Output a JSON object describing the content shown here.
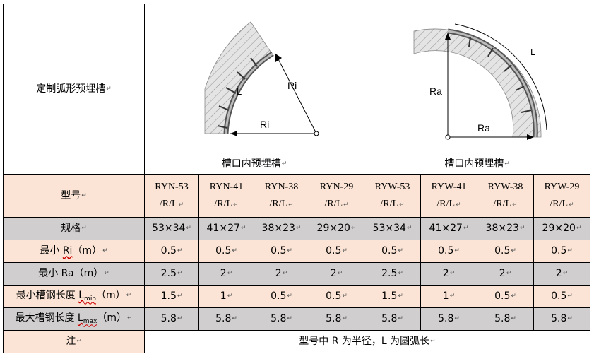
{
  "title_cell": "定制弧形预埋槽",
  "figure_left": {
    "caption": "槽口内预埋槽",
    "label_ri_1": "Ri",
    "label_ri_2": "Ri",
    "label_l": "L"
  },
  "figure_right": {
    "caption": "槽口内预埋槽",
    "label_ra_1": "Ra",
    "label_ra_2": "Ra",
    "label_l": "L"
  },
  "paragraph_mark": "↵",
  "rows": {
    "model": {
      "label": "型号",
      "values": [
        [
          "RYN-53",
          "/R/L"
        ],
        [
          "RYN-41",
          "/R/L"
        ],
        [
          "RYN-38",
          "/R/L"
        ],
        [
          "RYN-29",
          "/R/L"
        ],
        [
          "RYW-53",
          "/R/L"
        ],
        [
          "RYW-41",
          "/R/L"
        ],
        [
          "RYW-38",
          "/R/L"
        ],
        [
          "RYW-29",
          "/R/L"
        ]
      ]
    },
    "spec": {
      "label": "规格",
      "values": [
        "53×34",
        "41×27",
        "38×23",
        "29×20",
        "53×34",
        "41×27",
        "38×23",
        "29×20"
      ]
    },
    "min_ri": {
      "label_pre": "最小 ",
      "label_var": "Ri",
      "label_post": "（m）",
      "values": [
        "0.5",
        "0.5",
        "0.5",
        "0.5",
        "0.5",
        "0.5",
        "0.5",
        "0.5"
      ]
    },
    "min_ra": {
      "label": "最小 Ra（m）",
      "values": [
        "2.5",
        "2",
        "2",
        "2",
        "2.5",
        "2",
        "2",
        "2"
      ]
    },
    "min_len": {
      "label_pre": "最小槽钢长度 ",
      "label_var": "L",
      "label_sub": "min",
      "label_post": "（m）",
      "values": [
        "1.5",
        "1",
        "0.5",
        "0.5",
        "1.5",
        "1",
        "0.5",
        "0.5"
      ]
    },
    "max_len": {
      "label_pre": "最大槽钢长度 ",
      "label_var": "L",
      "label_sub": "max",
      "label_post": "（m）",
      "values": [
        "5.8",
        "5.8",
        "5.8",
        "5.8",
        "5.8",
        "5.8",
        "5.8",
        "5.8"
      ]
    },
    "note": {
      "label": "注",
      "text": "型号中 R 为半径，L 为圆弧长"
    }
  }
}
